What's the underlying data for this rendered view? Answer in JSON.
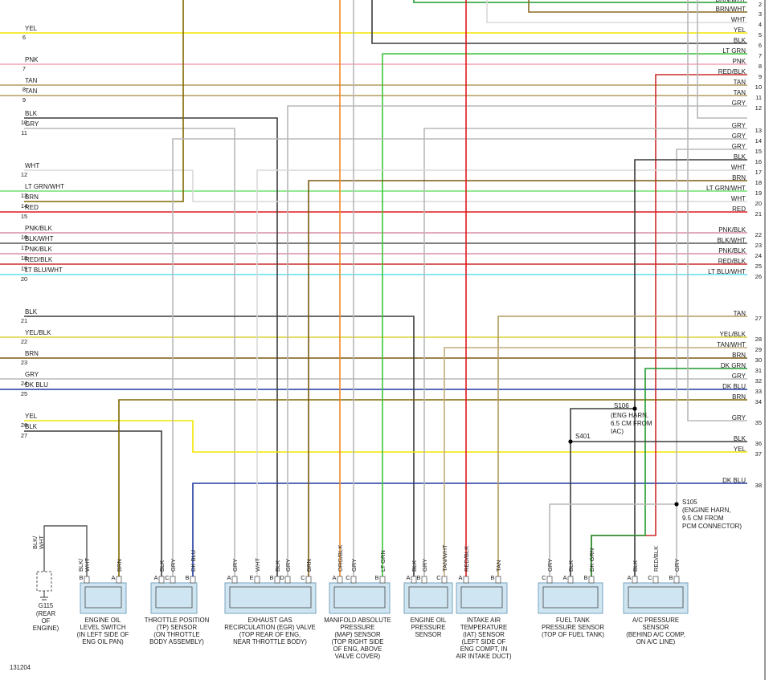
{
  "diagram_id": "131204",
  "colors": {
    "YEL": "#f2e600",
    "PNK": "#f3a3b3",
    "TAN": "#b39a5e",
    "BLK": "#3c3c3c",
    "GRY": "#b8b8b8",
    "WHT": "#d9d9d9",
    "LT GRN/WHT": "#6ee36e",
    "BRN": "#7a5a12",
    "RED": "#e0191e",
    "PNK/BLK": "#d88fa5",
    "BLK/WHT": "#555555",
    "RED/BLK": "#cc2b2b",
    "LT BLU/WHT": "#5ee0ee",
    "YEL/BLK": "#dcd23a",
    "DK BLU": "#1f3aa0",
    "ORG/BLK": "#f08a2a",
    "LT GRN": "#3cc43c",
    "DK GRN": "#1e9a2e",
    "BRN/WHT": "#8a6a20",
    "TAN/WHT": "#c2ab7c",
    "OLIVE": "#806800"
  },
  "left_wires": [
    {
      "num": "6",
      "color": "YEL"
    },
    {
      "num": "7",
      "color": "PNK"
    },
    {
      "num": "8",
      "color": "TAN"
    },
    {
      "num": "9",
      "color": "TAN"
    },
    {
      "num": "10",
      "color": "BLK"
    },
    {
      "num": "11",
      "color": "GRY"
    },
    {
      "num": "12",
      "color": "WHT"
    },
    {
      "num": "13",
      "color": "LT GRN/WHT"
    },
    {
      "num": "14",
      "color": "BRN"
    },
    {
      "num": "15",
      "color": "RED"
    },
    {
      "num": "16",
      "color": "PNK/BLK"
    },
    {
      "num": "17",
      "color": "BLK/WHT"
    },
    {
      "num": "18",
      "color": "PNK/BLK"
    },
    {
      "num": "19",
      "color": "RED/BLK"
    },
    {
      "num": "20",
      "color": "LT BLU/WHT"
    },
    {
      "num": "21",
      "color": "BLK"
    },
    {
      "num": "22",
      "color": "YEL/BLK"
    },
    {
      "num": "23",
      "color": "BRN"
    },
    {
      "num": "24",
      "color": "GRY"
    },
    {
      "num": "25",
      "color": "DK BLU"
    },
    {
      "num": "26",
      "color": "YEL"
    },
    {
      "num": "27",
      "color": "BLK"
    }
  ],
  "right_wires": [
    {
      "num": "2",
      "color": "BRN/WHT"
    },
    {
      "num": "3",
      "color": "BRN/WHT"
    },
    {
      "num": "4",
      "color": "WHT"
    },
    {
      "num": "5",
      "color": "YEL"
    },
    {
      "num": "6",
      "color": "BLK"
    },
    {
      "num": "7",
      "color": "LT GRN"
    },
    {
      "num": "8",
      "color": "PNK"
    },
    {
      "num": "9",
      "color": "RED/BLK"
    },
    {
      "num": "10",
      "color": "TAN"
    },
    {
      "num": "11",
      "color": "TAN"
    },
    {
      "num": "12",
      "color": "GRY"
    },
    {
      "num": "13",
      "color": "GRY"
    },
    {
      "num": "14",
      "color": "GRY"
    },
    {
      "num": "15",
      "color": "GRY"
    },
    {
      "num": "16",
      "color": "BLK"
    },
    {
      "num": "17",
      "color": "WHT"
    },
    {
      "num": "18",
      "color": "BRN"
    },
    {
      "num": "19",
      "color": "LT GRN/WHT"
    },
    {
      "num": "20",
      "color": "WHT"
    },
    {
      "num": "21",
      "color": "RED"
    },
    {
      "num": "22",
      "color": "PNK/BLK"
    },
    {
      "num": "23",
      "color": "BLK/WHT"
    },
    {
      "num": "24",
      "color": "PNK/BLK"
    },
    {
      "num": "25",
      "color": "RED/BLK"
    },
    {
      "num": "26",
      "color": "LT BLU/WHT"
    },
    {
      "num": "27",
      "color": "TAN"
    },
    {
      "num": "28",
      "color": "YEL/BLK"
    },
    {
      "num": "29",
      "color": "TAN/WHT"
    },
    {
      "num": "30",
      "color": "BRN"
    },
    {
      "num": "31",
      "color": "DK GRN"
    },
    {
      "num": "32",
      "color": "GRY"
    },
    {
      "num": "33",
      "color": "DK BLU"
    },
    {
      "num": "34",
      "color": "BRN"
    },
    {
      "num": "35",
      "color": "GRY"
    },
    {
      "num": "36",
      "color": "BLK"
    },
    {
      "num": "37",
      "color": "YEL"
    },
    {
      "num": "38",
      "color": "DK BLU"
    }
  ],
  "splices": [
    {
      "id": "S106",
      "lines": [
        "(ENG HARN,",
        "6.5 CM FROM",
        "IAC)"
      ]
    },
    {
      "id": "S401",
      "lines": []
    },
    {
      "id": "S105",
      "lines": [
        "(ENGINE HARN,",
        "9.5 CM FROM",
        "PCM CONNECTOR)"
      ]
    }
  ],
  "ground": {
    "id": "G115",
    "lines": [
      "(REAR",
      "OF",
      "ENGINE)"
    ],
    "wire_label": [
      "BLK/",
      "WHT"
    ]
  },
  "components": [
    {
      "id": "oil-level",
      "lines": [
        "ENGINE OIL",
        "LEVEL SWITCH",
        "(IN LEFT SIDE OF",
        "ENG OIL PAN)"
      ],
      "pins": [
        {
          "letter": "B",
          "wire": [
            "BLK/",
            "WHT"
          ]
        },
        {
          "letter": "A",
          "wire": [
            "BRN"
          ]
        }
      ]
    },
    {
      "id": "tps",
      "lines": [
        "THROTTLE POSITION",
        "(TP) SENSOR",
        "(ON THROTTLE",
        "BODY ASSEMBLY)"
      ],
      "pins": [
        {
          "letter": "A",
          "wire": [
            "BLK"
          ]
        },
        {
          "letter": "C",
          "wire": [
            "GRY"
          ]
        },
        {
          "letter": "B",
          "wire": [
            "DK BLU"
          ]
        }
      ]
    },
    {
      "id": "egr",
      "lines": [
        "EXHAUST GAS",
        "RECIRCULATION (EGR) VALVE",
        "(TOP REAR OF ENG,",
        "NEAR THROTTLE BODY)"
      ],
      "pins": [
        {
          "letter": "A",
          "wire": [
            "GRY"
          ]
        },
        {
          "letter": "E",
          "wire": [
            "WHT"
          ]
        },
        {
          "letter": "B",
          "wire": [
            "BLK"
          ]
        },
        {
          "letter": "D",
          "wire": [
            "GRY"
          ]
        },
        {
          "letter": "C",
          "wire": [
            "BRN"
          ]
        }
      ]
    },
    {
      "id": "map",
      "lines": [
        "MANIFOLD ABSOLUTE",
        "PRESSURE",
        "(MAP) SENSOR",
        "(TOP RIGHT SIDE",
        "OF ENG, ABOVE",
        "VALVE COVER)"
      ],
      "pins": [
        {
          "letter": "A",
          "wire": [
            "ORG/BLK"
          ]
        },
        {
          "letter": "C",
          "wire": [
            "GRY"
          ]
        },
        {
          "letter": "B",
          "wire": [
            "LT GRN"
          ]
        }
      ]
    },
    {
      "id": "oil-press",
      "lines": [
        "ENGINE OIL",
        "PRESSURE",
        "SENSOR"
      ],
      "pins": [
        {
          "letter": "A",
          "wire": [
            "BLK"
          ]
        },
        {
          "letter": "B",
          "wire": [
            "GRY"
          ]
        },
        {
          "letter": "C",
          "wire": [
            "TAN/WHT"
          ]
        }
      ]
    },
    {
      "id": "iat",
      "lines": [
        "INTAKE AIR",
        "TEMPERATURE",
        "(IAT) SENSOR",
        "(LEFT SIDE OF",
        "ENG COMPT, IN",
        "AIR INTAKE DUCT)"
      ],
      "pins": [
        {
          "letter": "A",
          "wire": [
            "RED/BLK"
          ]
        },
        {
          "letter": "B",
          "wire": [
            "TAN"
          ]
        }
      ]
    },
    {
      "id": "fuel-tank",
      "lines": [
        "FUEL TANK",
        "PRESSURE SENSOR",
        "(TOP OF FUEL TANK)"
      ],
      "pins": [
        {
          "letter": "C",
          "wire": [
            "GRY"
          ]
        },
        {
          "letter": "A",
          "wire": [
            "BLK"
          ]
        },
        {
          "letter": "B",
          "wire": [
            "DK GRN"
          ]
        }
      ]
    },
    {
      "id": "ac-press",
      "lines": [
        "A/C PRESSURE",
        "SENSOR",
        "(BEHIND A/C COMP,",
        "ON A/C LINE)"
      ],
      "pins": [
        {
          "letter": "A",
          "wire": [
            "BLK"
          ]
        },
        {
          "letter": "C",
          "wire": [
            "RED/BLK"
          ]
        },
        {
          "letter": "B",
          "wire": [
            "GRY"
          ]
        }
      ]
    }
  ]
}
